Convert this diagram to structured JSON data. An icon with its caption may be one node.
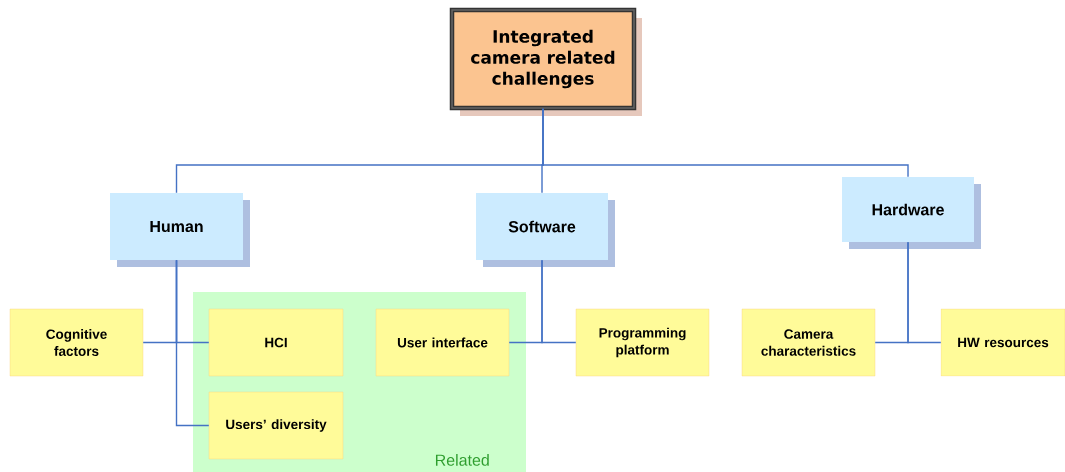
{
  "diagram": {
    "nodes": [
      {
        "text": [
          "Integrated camera related challenges"
        ]
      },
      {
        "text": [
          "Human"
        ]
      },
      {
        "text": [
          "Software"
        ]
      },
      {
        "text": [
          "Hardware"
        ]
      },
      {
        "text": [
          "Cognitive factors"
        ]
      },
      {
        "text": [
          "Related"
        ]
      },
      {
        "text": [
          "HCI"
        ],
        "in": 5
      },
      {
        "text": [
          "User interface"
        ],
        "in": 5
      },
      {
        "text": [
          "Users’ diversity"
        ],
        "in": 5
      },
      {
        "text": [
          "Programming platform"
        ]
      },
      {
        "text": [
          "Camera characteristics"
        ]
      },
      {
        "text": [
          "HW resources"
        ]
      }
    ],
    "edges": [
      {
        "from": 0,
        "to": 1,
        "arrow": "none"
      },
      {
        "from": 0,
        "to": 2,
        "arrow": "none"
      },
      {
        "from": 0,
        "to": 3,
        "arrow": "none"
      },
      {
        "from": 1,
        "to": 4,
        "arrow": "none"
      },
      {
        "from": 1,
        "to": 6,
        "arrow": "none"
      },
      {
        "from": 1,
        "to": 8,
        "arrow": "none"
      },
      {
        "from": 2,
        "to": 7,
        "arrow": "none"
      },
      {
        "from": 2,
        "to": 9,
        "arrow": "none"
      },
      {
        "from": 3,
        "to": 10,
        "arrow": "none"
      },
      {
        "from": 3,
        "to": 11,
        "arrow": "none"
      }
    ]
  }
}
